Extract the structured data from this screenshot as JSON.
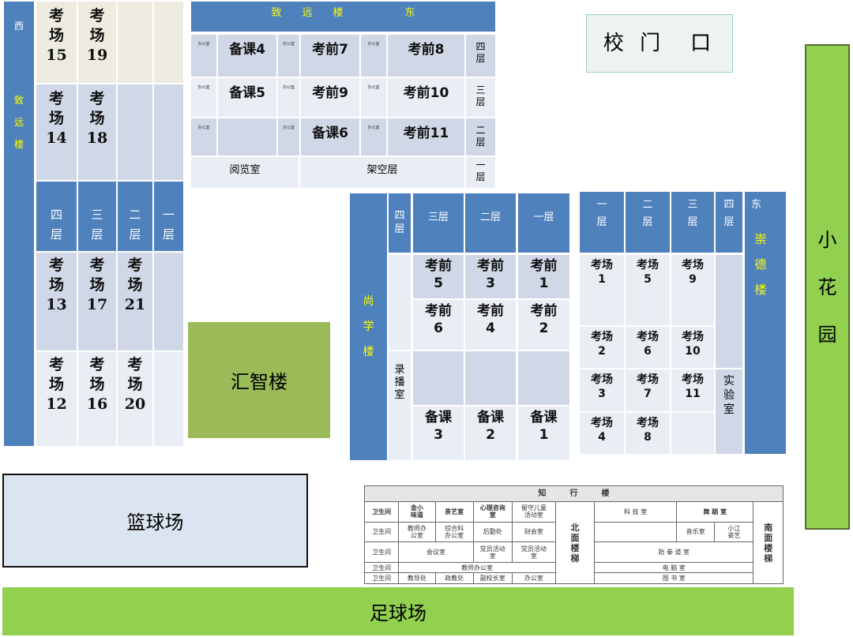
{
  "west": {
    "strip_top": "西",
    "strip_name": "致\n\n远\n\n楼",
    "floors": [
      "四\n层",
      "三\n层",
      "二\n层",
      "一\n层"
    ],
    "r1": [
      "考\n场\n15",
      "考\n场\n19"
    ],
    "r2": [
      "考\n场\n14",
      "考\n场\n18"
    ],
    "r4": [
      "考\n场\n13",
      "考\n场\n17",
      "考\n场\n21"
    ],
    "r5": [
      "考\n场\n12",
      "考\n场\n16",
      "考\n场\n20"
    ]
  },
  "east": {
    "header": "致　　远　　楼　　　　　　东",
    "office": "办公室",
    "rows": [
      [
        "备课4",
        "考前7",
        "考前8",
        "四\n层"
      ],
      [
        "备课5",
        "考前9",
        "考前10",
        "三\n层"
      ],
      [
        "",
        "备课6",
        "考前11",
        "二\n层"
      ]
    ],
    "ground": [
      "阅览室",
      "架空层",
      "一\n层"
    ]
  },
  "gate": "校 门　口",
  "garden": "小\n\n花\n\n园",
  "huizhi": "汇智楼",
  "basketball": "篮球场",
  "football": "足球场",
  "shangxue": {
    "name": "尚\n\n学\n\n楼",
    "floors": [
      "四\n层",
      "三层",
      "二层",
      "一层"
    ],
    "r1": [
      "考前\n5",
      "考前\n3",
      "考前\n1"
    ],
    "r2": [
      "考前\n6",
      "考前\n4",
      "考前\n2"
    ],
    "r4": [
      "备课\n3",
      "备课\n2",
      "备课\n1"
    ],
    "record": "录\n播\n室"
  },
  "chongde": {
    "name_top": "东",
    "name": "崇\n\n德\n\n楼",
    "floors": [
      "一\n层",
      "二\n层",
      "三\n层",
      "四\n层"
    ],
    "c1": [
      "考场\n1",
      "考场\n2",
      "考场\n3",
      "考场\n4"
    ],
    "c2": [
      "考场\n5",
      "考场\n6",
      "考场\n7",
      "考场\n8"
    ],
    "c3": [
      "考场\n9",
      "考场\n10",
      "考场\n11"
    ],
    "lab": "实\n验\n室"
  },
  "zhixing": {
    "title": "知　　　行　　　楼",
    "r1": [
      "卫生间",
      "金小\n味道",
      "茶艺室",
      "心理咨询\n室",
      "留守儿童\n活动室"
    ],
    "north": "北\n面\n楼\n梯",
    "south": "南\n面\n楼\n梯",
    "r1b": [
      "科 技 室",
      "舞 蹈 室"
    ],
    "r2": [
      "卫生间",
      "教师办\n公室",
      "综合科\n办公室",
      "后勤处",
      "财会室"
    ],
    "r2b": [
      "音乐室",
      "小江\n瓷艺"
    ],
    "r3": [
      "卫生间",
      "会议室",
      "党员活动\n室",
      "党员活动\n室"
    ],
    "r3b": "跆 拳 道 室",
    "r4": [
      "卫生间",
      "教师办公室"
    ],
    "r4b": "电 脑 室",
    "r5": [
      "卫生间",
      "教导处",
      "政教处",
      "副校长室",
      "办公室"
    ],
    "r5b": "图 书 室"
  }
}
